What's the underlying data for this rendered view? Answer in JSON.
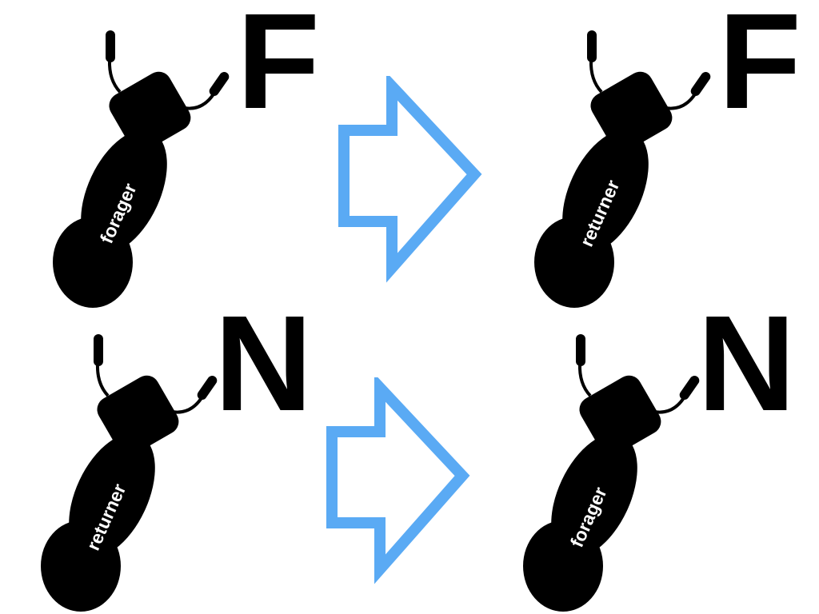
{
  "colors": {
    "ant": "#000000",
    "role_text": "#ffffff",
    "arrow_stroke": "#5aaaf4",
    "background": "#ffffff"
  },
  "rows": [
    {
      "letter": "F",
      "before_role": "forager",
      "after_role": "returner"
    },
    {
      "letter": "N",
      "before_role": "returner",
      "after_role": "forager"
    }
  ]
}
